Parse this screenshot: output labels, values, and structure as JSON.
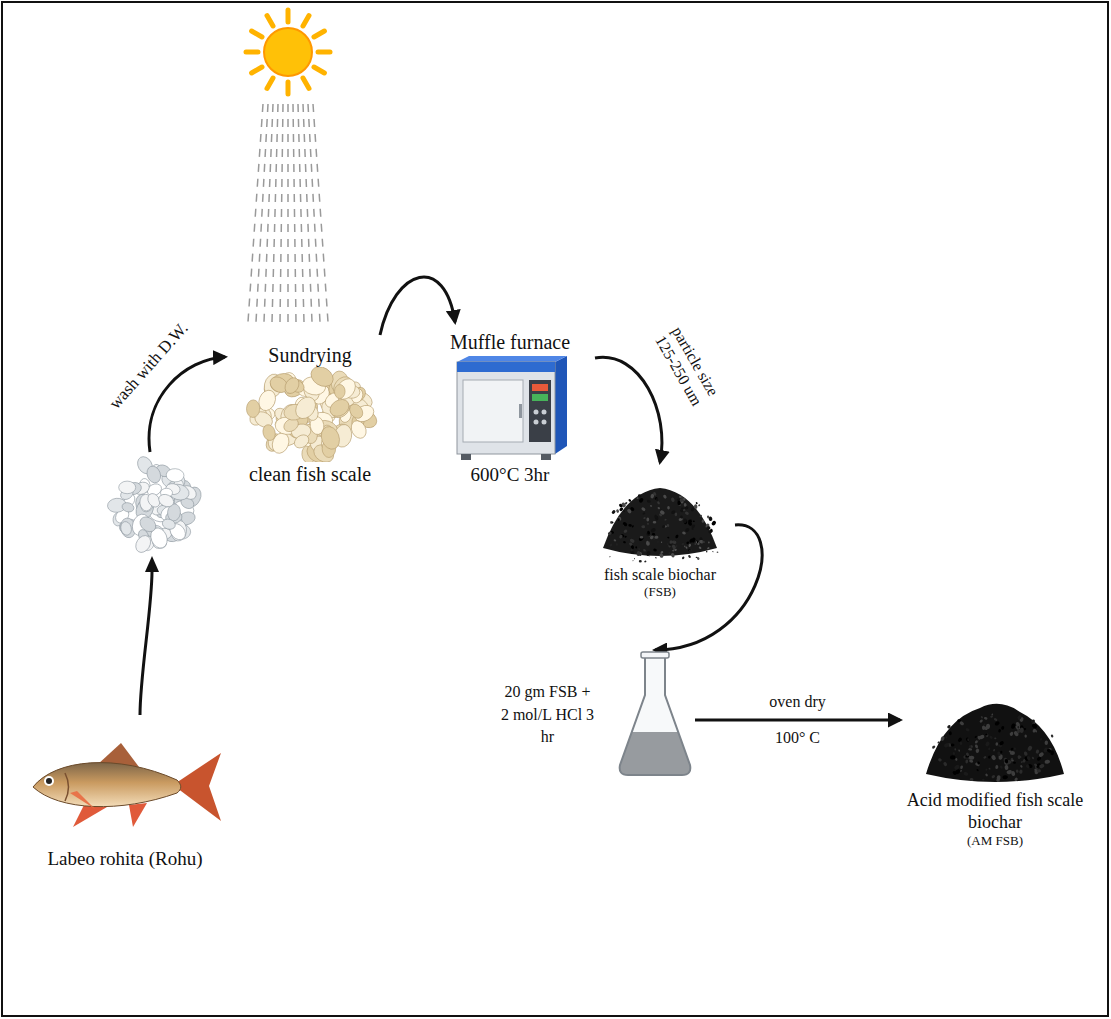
{
  "diagram": {
    "nodes": [
      {
        "text": [
          "Labeo rohita (Rohu)"
        ]
      },
      {
        "text": [
          "Sundrying",
          "clean fish scale"
        ]
      },
      {
        "text": [
          "Muffle furnace",
          "600°C 3hr"
        ]
      },
      {
        "text": [
          "fish scale biochar",
          "(FSB)"
        ]
      },
      {
        "text": [
          "20 gm FSB + 2 mol/L HCl 3 hr"
        ]
      },
      {
        "text": [
          "Acid modified fish scale biochar",
          "(AM FSB)"
        ]
      }
    ],
    "edges": [
      {
        "from": 0,
        "to": 1,
        "arrow": "to",
        "label": "wash with D.W."
      },
      {
        "from": 1,
        "to": 2,
        "arrow": "to"
      },
      {
        "from": 2,
        "to": 3,
        "arrow": "to",
        "label": "particle size 125-250 um"
      },
      {
        "from": 3,
        "to": 4,
        "arrow": "to"
      },
      {
        "from": 4,
        "to": 5,
        "arrow": "to",
        "label": "oven dry 100° C"
      }
    ]
  }
}
